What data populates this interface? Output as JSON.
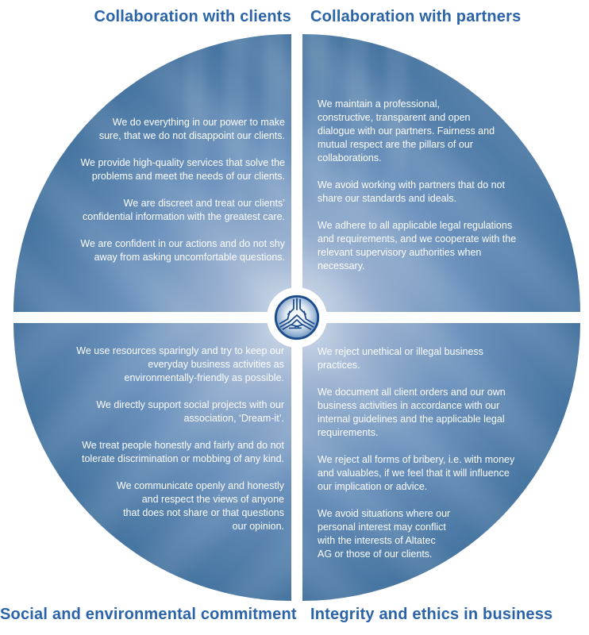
{
  "colors": {
    "heading_blue": "#2a63a8",
    "quadrant_dark_blue": "#2e6094",
    "quadrant_light_blue": "#ccd8e8",
    "body_text": "#ffffff",
    "logo_line_blue": "#1c4c8b"
  },
  "center": {
    "icon": "altatec-emblem"
  },
  "quadrants": {
    "top_left": {
      "heading": "Collaboration with clients",
      "paragraphs": [
        "We do everything in our power to make\nsure, that we do not disappoint our clients.",
        "We provide high-quality services that solve the\nproblems and meet the needs of our clients.",
        "We are discreet and treat our clients’\nconfidential information with the greatest care.",
        "We are confident in our actions and do not shy\naway from asking uncomfortable questions."
      ]
    },
    "top_right": {
      "heading": "Collaboration with partners",
      "paragraphs": [
        "We maintain a professional,\nconstructive, transparent and open\ndialogue with our partners. Fairness and\nmutual respect are the pillars of our\ncollaborations.",
        "We avoid working with partners that do not\nshare our standards and ideals.",
        "We adhere to all applicable legal regulations\nand requirements, and we cooperate with the\nrelevant supervisory authorities when\nnecessary."
      ]
    },
    "bottom_left": {
      "heading": "Social and environmental commitment",
      "paragraphs": [
        "We use resources sparingly and try to keep our\neveryday business activities as\nenvironmentally-friendly as possible.",
        "We directly support social projects with our\nassociation, ‘Dream-it’.",
        "We treat people honestly and fairly and do not\ntolerate discrimination or mobbing of any kind.",
        "We communicate openly and honestly\nand respect the views of anyone\nthat does not share or that questions\nour opinion."
      ]
    },
    "bottom_right": {
      "heading": "Integrity and ethics in business",
      "paragraphs": [
        "We reject unethical or illegal business\npractices.",
        "We document all client orders and our own\nbusiness activities in accordance with our\ninternal guidelines and the applicable legal\nrequirements.",
        "We reject all forms of bribery, i.e. with money\nand valuables, if we feel that it will influence\nour implication or advice.",
        "We avoid situations where our\npersonal interest may conflict\nwith the interests of Altatec\nAG or those of our clients."
      ]
    }
  }
}
